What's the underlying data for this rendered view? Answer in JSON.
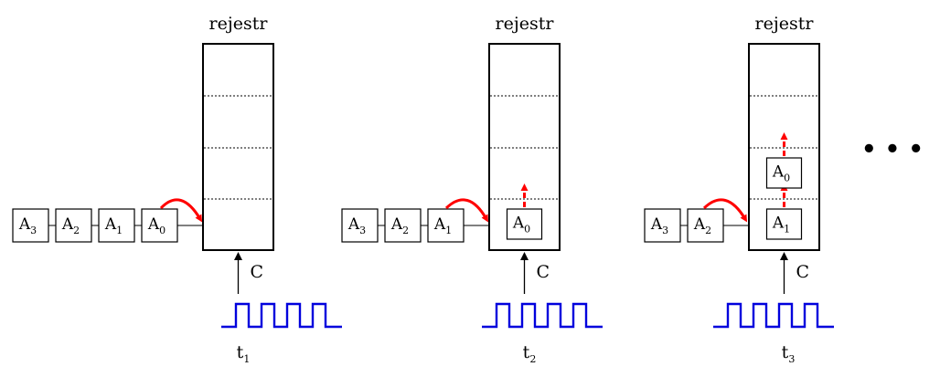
{
  "diagram": {
    "register_label": "rejestr",
    "clock_label": "C",
    "ellipsis": "• • •",
    "colors": {
      "arrow": "#ff0000",
      "clock": "#0000dd",
      "line": "#000000"
    },
    "stages": [
      {
        "time_base": "t",
        "time_sub": "1",
        "queue": [
          {
            "base": "A",
            "sub": "3"
          },
          {
            "base": "A",
            "sub": "2"
          },
          {
            "base": "A",
            "sub": "1"
          },
          {
            "base": "A",
            "sub": "0"
          }
        ],
        "inside": []
      },
      {
        "time_base": "t",
        "time_sub": "2",
        "queue": [
          {
            "base": "A",
            "sub": "3"
          },
          {
            "base": "A",
            "sub": "2"
          },
          {
            "base": "A",
            "sub": "1"
          }
        ],
        "inside": [
          {
            "base": "A",
            "sub": "0"
          }
        ]
      },
      {
        "time_base": "t",
        "time_sub": "3",
        "queue": [
          {
            "base": "A",
            "sub": "3"
          },
          {
            "base": "A",
            "sub": "2"
          }
        ],
        "inside": [
          {
            "base": "A",
            "sub": "1"
          },
          {
            "base": "A",
            "sub": "0"
          }
        ]
      }
    ]
  }
}
